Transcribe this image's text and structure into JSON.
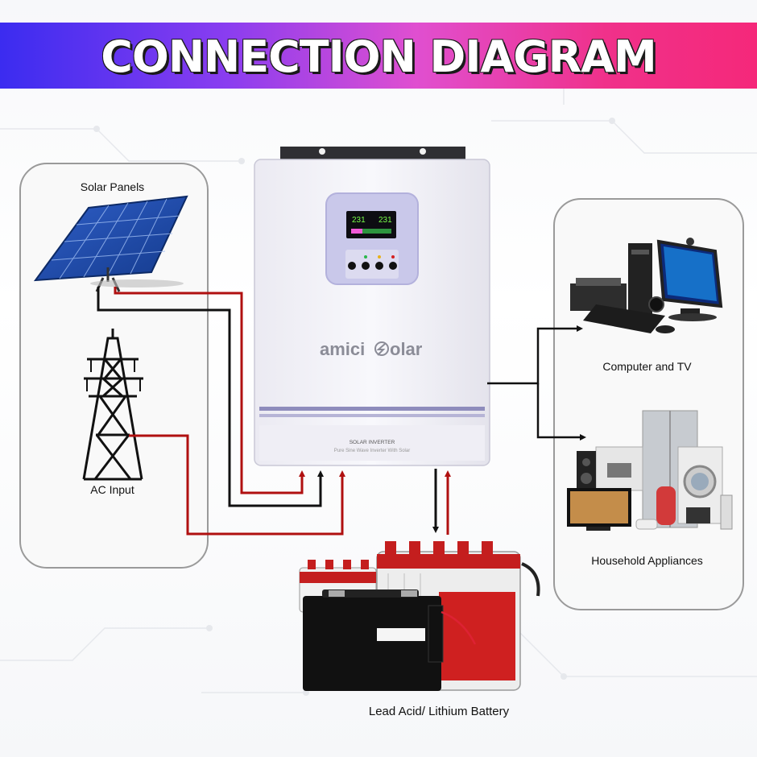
{
  "header": {
    "title": "CONNECTION DIAGRAM"
  },
  "inputs": {
    "solar_label": "Solar Panels",
    "ac_label": "AC Input"
  },
  "inverter": {
    "brand": "amici",
    "brand_suffix": "olar",
    "display_left": "231",
    "display_right": "231",
    "model_title": "SOLAR INVERTER",
    "model_subtitle": "Pure Sine Wave Inverter With Solar"
  },
  "outputs": {
    "computer_label": "Computer and TV",
    "appliances_label": "Household Appliances"
  },
  "battery": {
    "label": "Lead Acid/ Lithium Battery"
  },
  "colors": {
    "positive_wire": "#b01010",
    "negative_wire": "#111111"
  }
}
